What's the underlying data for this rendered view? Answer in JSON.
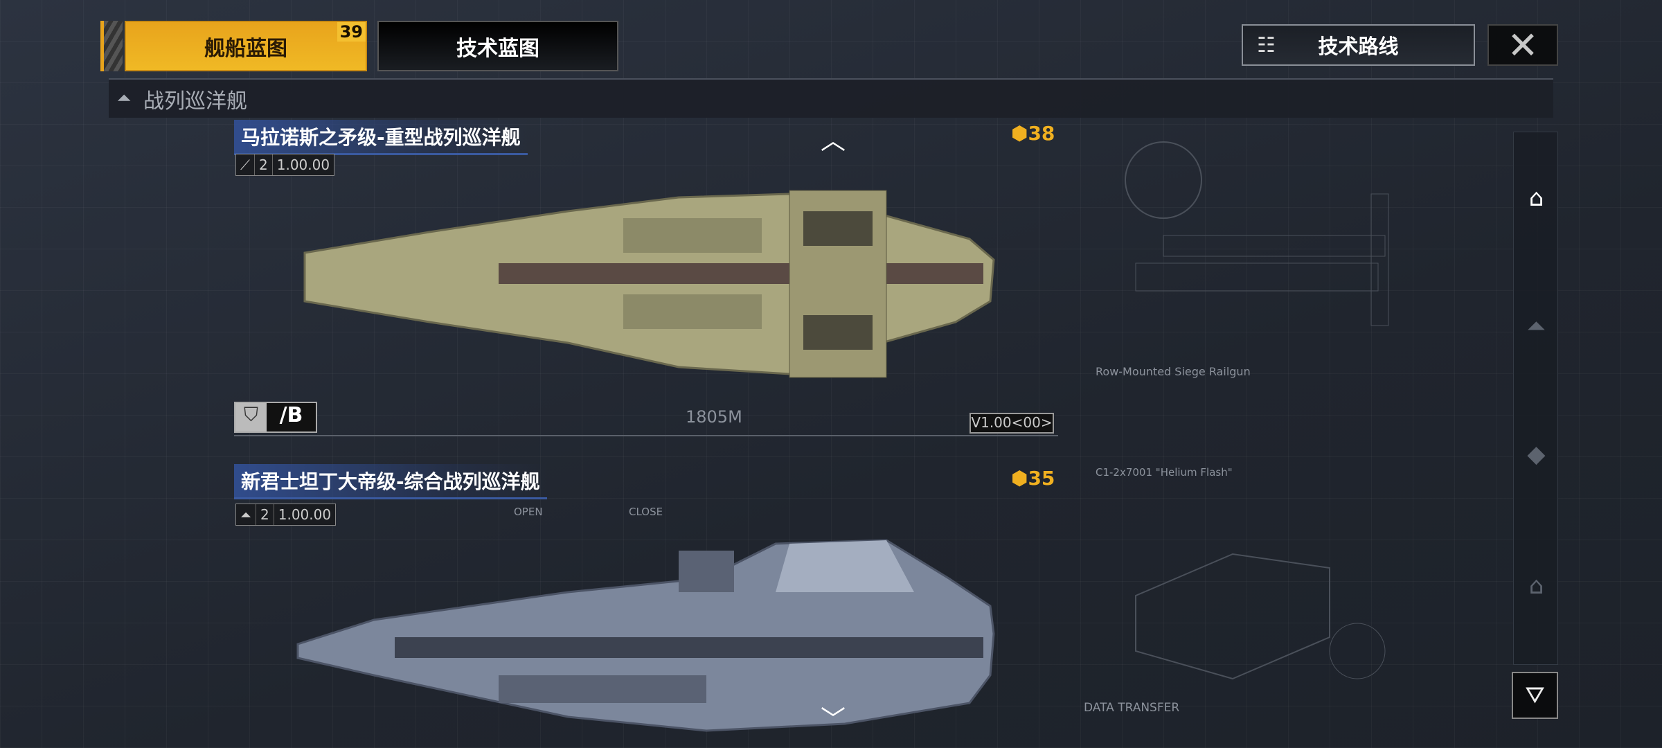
{
  "tabs": [
    {
      "label": "舰船蓝图",
      "badge": "39",
      "active": true
    },
    {
      "label": "技术蓝图",
      "active": false
    }
  ],
  "header": {
    "tech_route_label": "技术路线",
    "close_icon": "close-icon"
  },
  "category": {
    "label": "战列巡洋舰",
    "icon": "battlecruiser-icon"
  },
  "ships": [
    {
      "name": "马拉诺斯之矛级-重型战列巡洋舰",
      "tier": "2",
      "version": "1.00.00",
      "cost": "38",
      "shield_grade": "/B",
      "length": "1805M",
      "blueprint_version": "V1.00<00>",
      "hull_color": "#b8b48c"
    },
    {
      "name": "新君士坦丁大帝级-综合战列巡洋舰",
      "tier": "2",
      "version": "1.00.00",
      "cost": "35",
      "hull_color": "#8a94a8"
    }
  ],
  "blueprint_text": {
    "weapon1": "Row-Mounted Siege Railgun",
    "weapon2": "C1-2x7001 \"Helium Flash\"",
    "data_transfer": "DATA TRANSFER",
    "open": "OPEN",
    "close": "CLOSE"
  },
  "sidebar": {
    "items": [
      {
        "icon": "hangar-icon",
        "active": true
      },
      {
        "icon": "frigate-icon",
        "active": false
      },
      {
        "icon": "cruiser-icon",
        "active": false
      },
      {
        "icon": "carrier-icon",
        "active": false
      }
    ],
    "filter_icon": "filter-icon"
  },
  "colors": {
    "accent": "#f0b020",
    "active_tab": "#e8a41c"
  }
}
